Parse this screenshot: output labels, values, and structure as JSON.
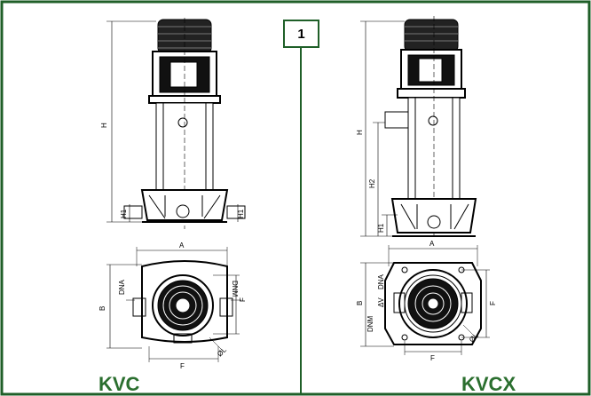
{
  "figure_number": "1",
  "colors": {
    "border": "#1f5f28",
    "title": "#2b6f2f",
    "line": "#000000"
  },
  "left": {
    "title": "KVC",
    "dims": {
      "H": "H",
      "H1_left": "H1",
      "H1_right": "H1",
      "A": "A",
      "B": "B",
      "F_bottom": "F",
      "F_right": "F",
      "DNA": "DNA",
      "DNM": "DNM",
      "phi": "ØL"
    }
  },
  "right": {
    "title": "KVCX",
    "dims": {
      "H": "H",
      "H2": "H2",
      "H1": "H1",
      "A": "A",
      "B": "B",
      "F_bottom": "F",
      "F_right": "F",
      "DNA": "DNA",
      "DNM": "DNM",
      "delta": "ΔV",
      "phi": "ØL"
    }
  }
}
